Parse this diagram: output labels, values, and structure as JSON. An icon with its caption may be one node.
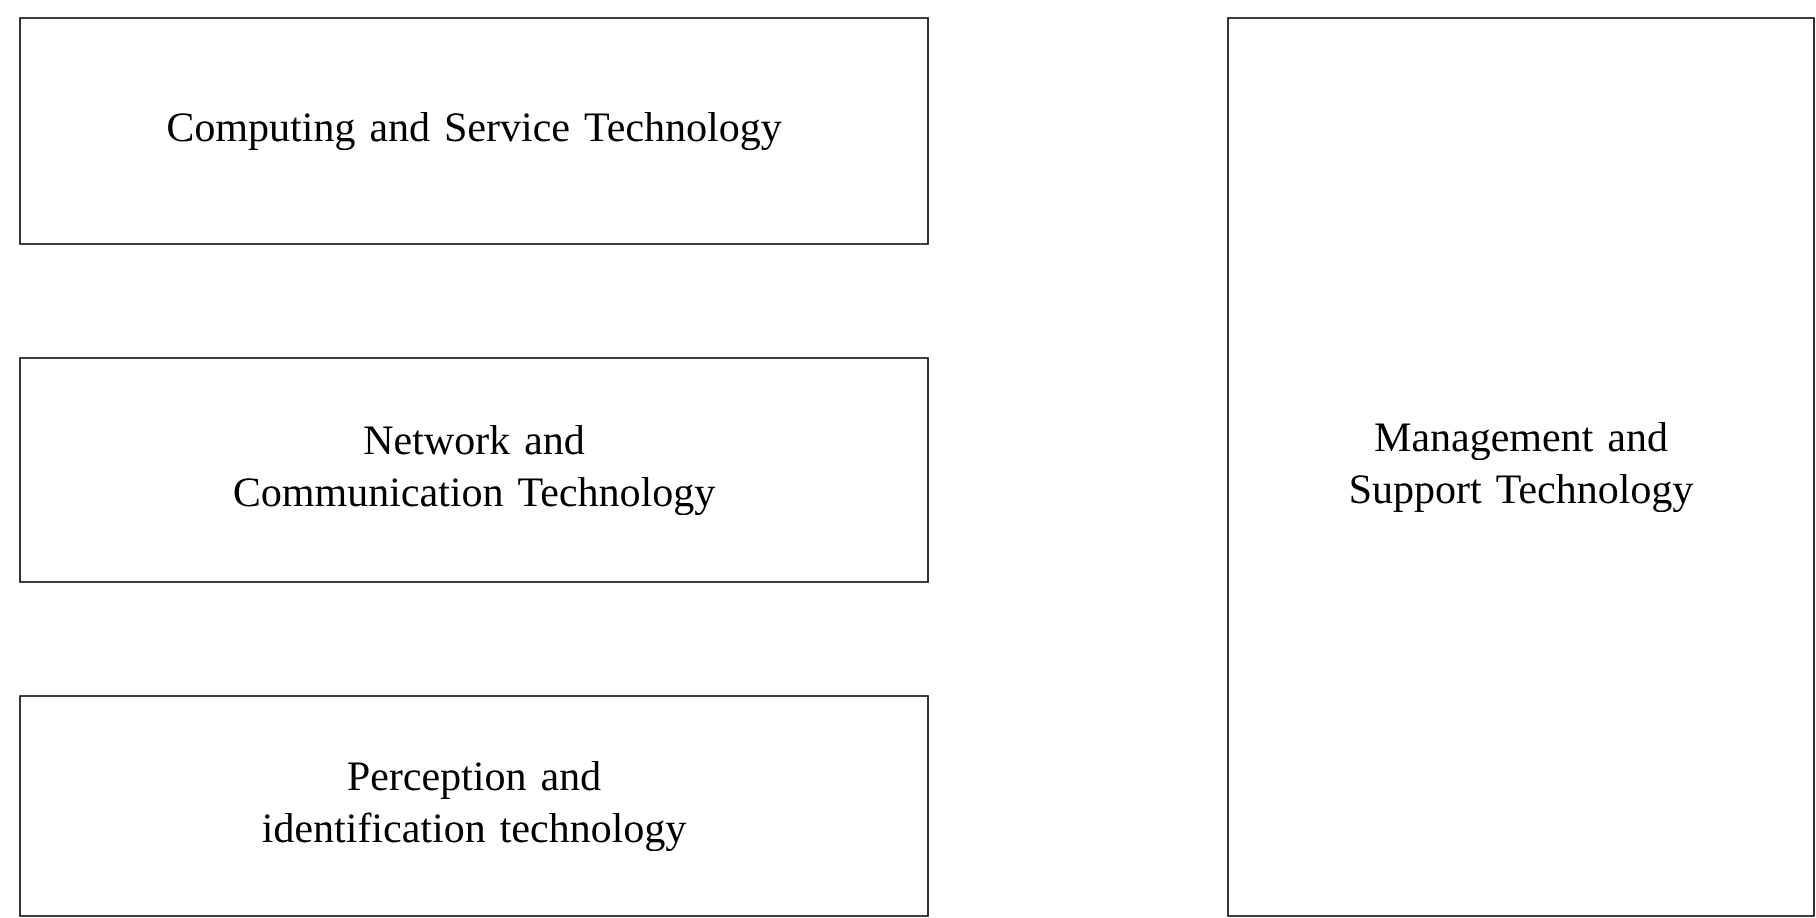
{
  "diagram": {
    "nodes": [
      {
        "text": [
          "Computing and Service Technology"
        ]
      },
      {
        "text": [
          "Network and Communication Technology"
        ]
      },
      {
        "text": [
          "Perception and identification technology"
        ]
      },
      {
        "text": [
          "Management and Support Technology"
        ]
      }
    ]
  }
}
